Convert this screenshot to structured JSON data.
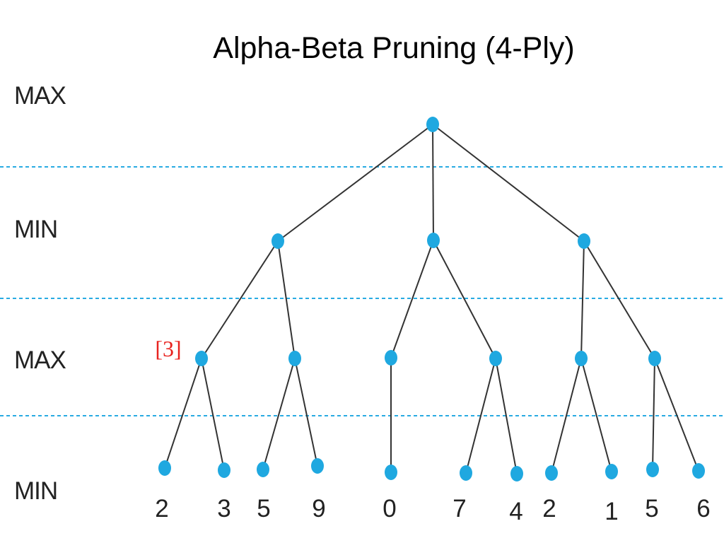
{
  "title": "Alpha-Beta Pruning (4-Ply)",
  "levels": [
    "MAX",
    "MIN",
    "MAX",
    "MIN"
  ],
  "annotation": "[3]",
  "leaf_values": [
    "2",
    "3",
    "5",
    "9",
    "0",
    "7",
    "4",
    "2",
    "1",
    "5",
    "6"
  ],
  "colors": {
    "node": "#1fa8e0",
    "divider": "#29abe2",
    "annotation": "#e8231f"
  }
}
